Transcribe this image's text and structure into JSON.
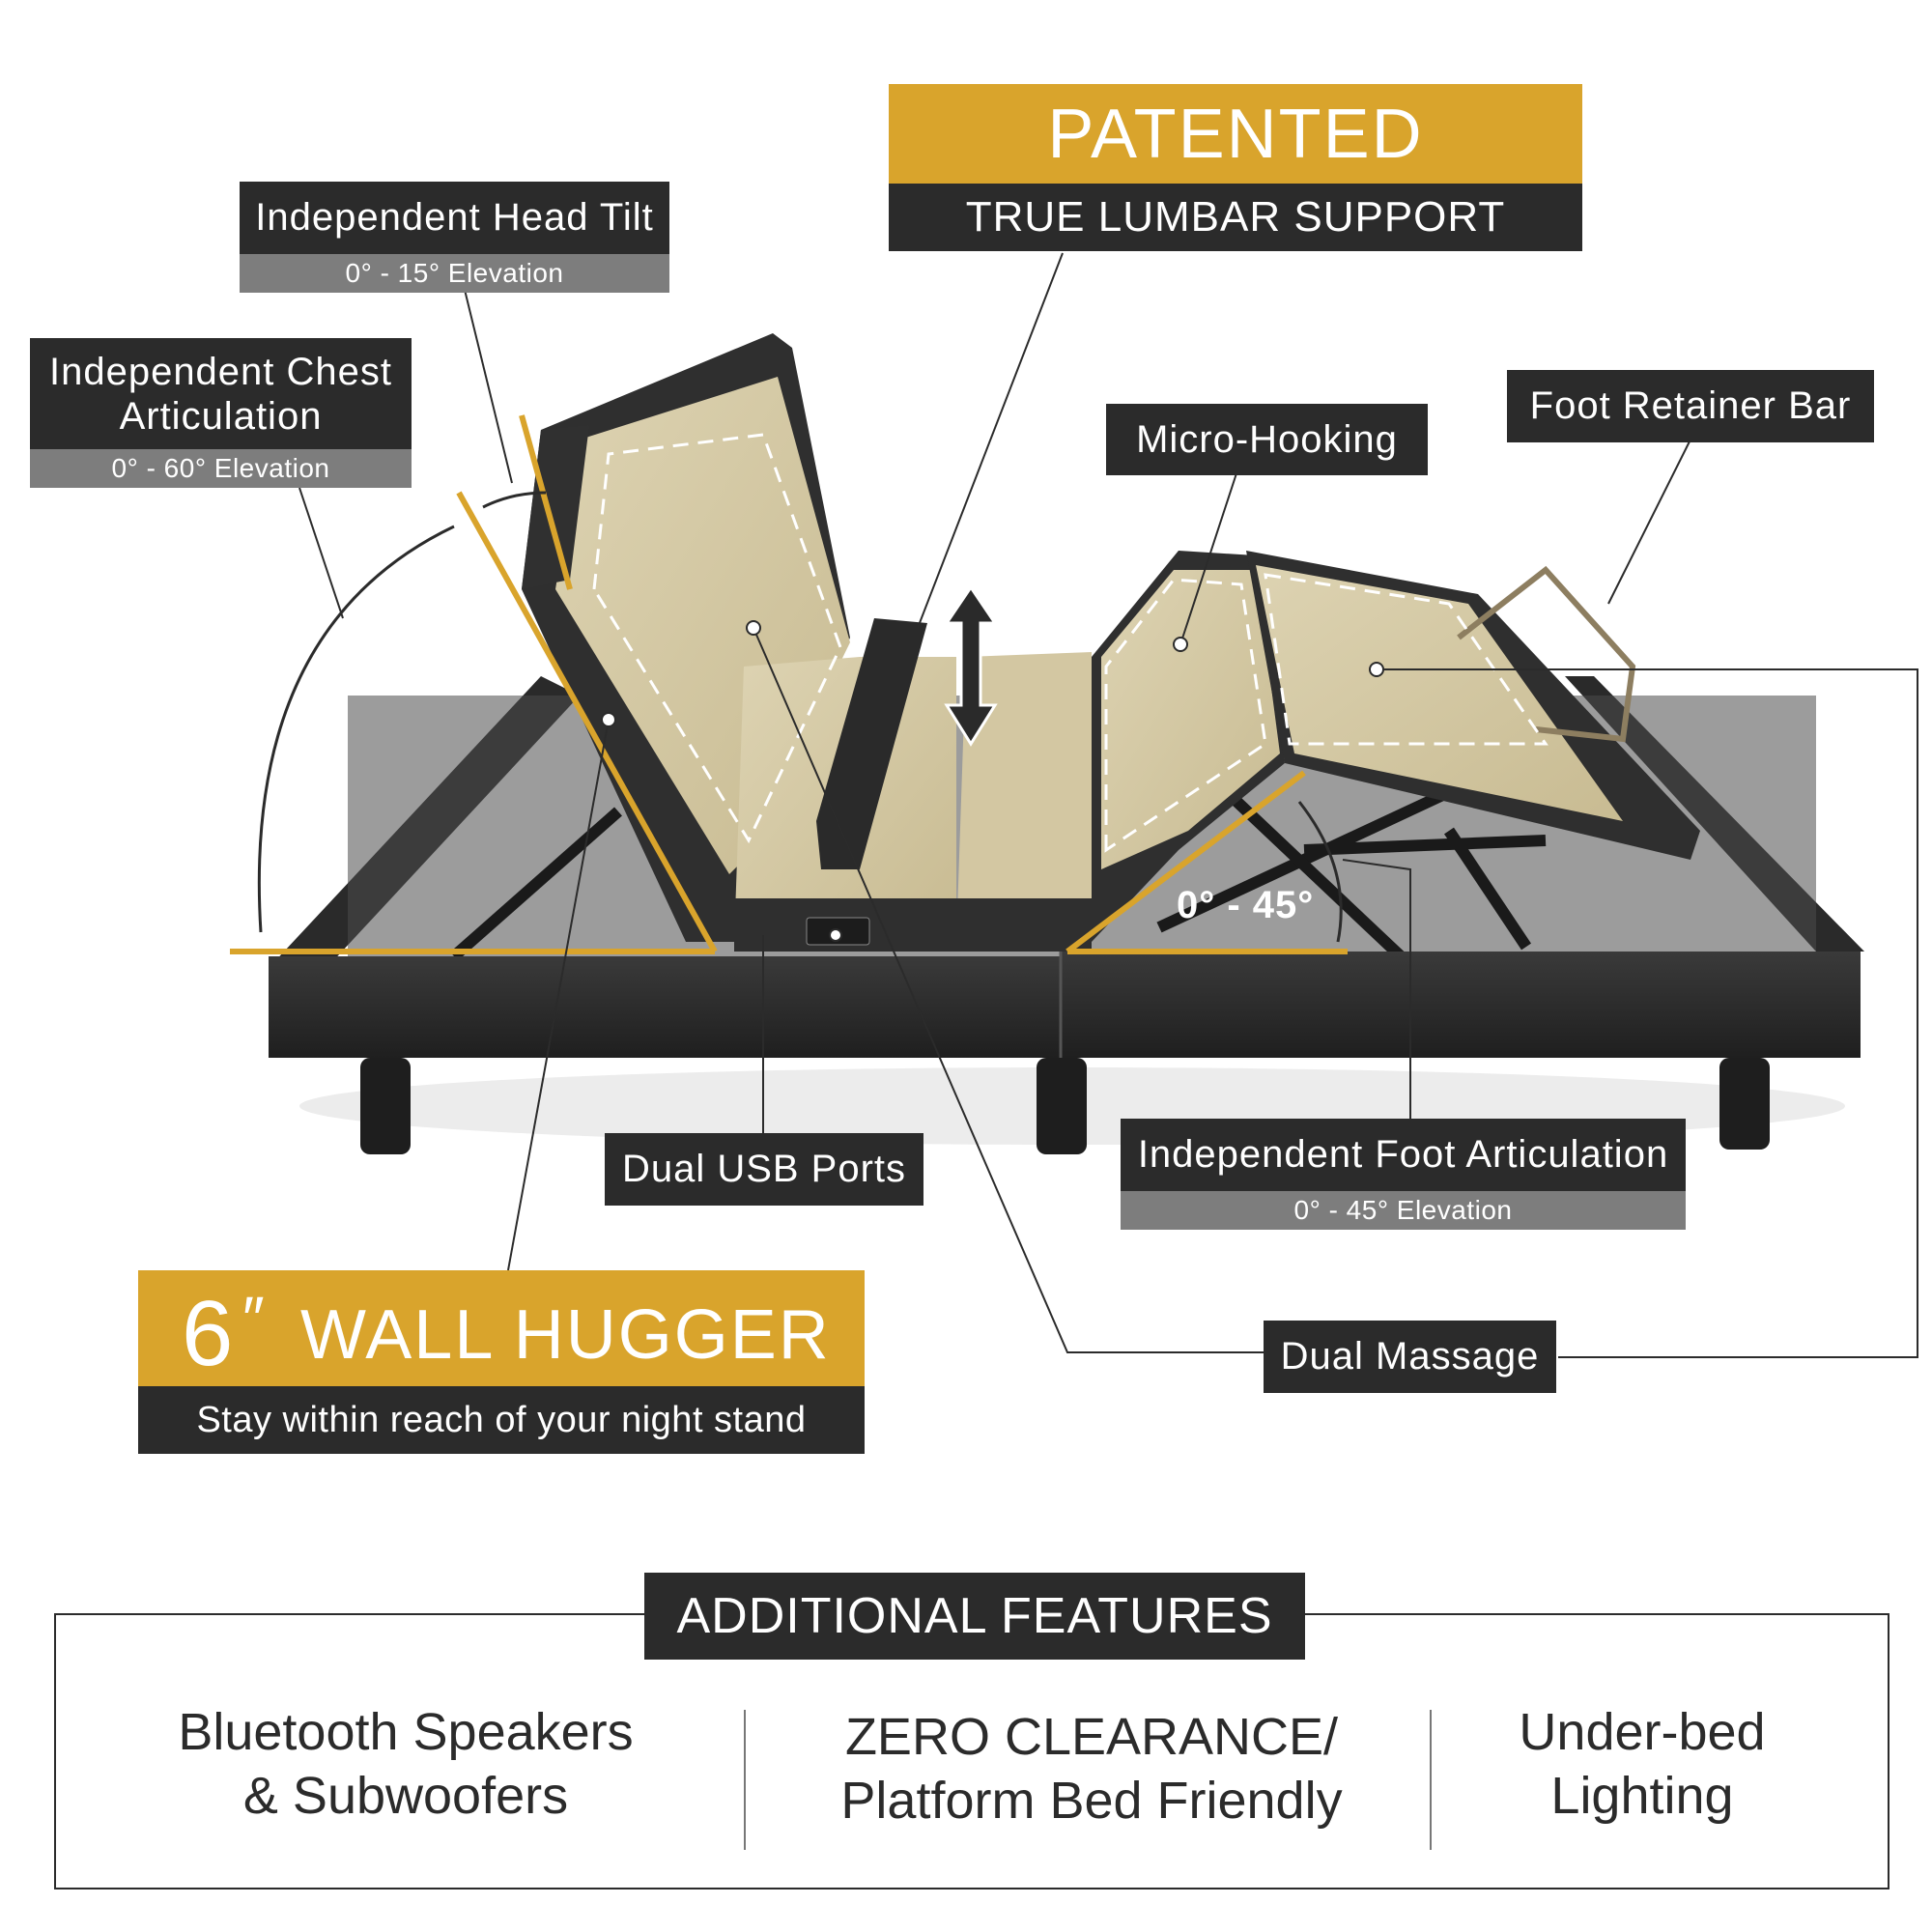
{
  "patented": {
    "title": "PATENTED",
    "subtitle": "TRUE LUMBAR SUPPORT"
  },
  "head_tilt": {
    "label": "Independent Head Tilt",
    "range": "0° - 15° Elevation"
  },
  "chest": {
    "label_line1": "Independent Chest",
    "label_line2": "Articulation",
    "range": "0° - 60° Elevation"
  },
  "micro_hooking": {
    "label": "Micro-Hooking"
  },
  "foot_retainer": {
    "label": "Foot Retainer Bar"
  },
  "foot_angle": {
    "label": "0° - 45°"
  },
  "usb": {
    "label": "Dual USB Ports"
  },
  "foot_articulation": {
    "label": "Independent Foot Articulation",
    "range": "0° - 45° Elevation"
  },
  "wall_hugger": {
    "number": "6",
    "unit": "″",
    "title": "WALL HUGGER",
    "subtitle": "Stay within reach of your night stand"
  },
  "massage": {
    "label": "Dual Massage"
  },
  "additional": {
    "title": "ADDITIONAL FEATURES",
    "items": [
      {
        "line1": "Bluetooth Speakers",
        "line2": "& Subwoofers"
      },
      {
        "line1": "ZERO CLEARANCE/",
        "line2": "Platform Bed Friendly"
      },
      {
        "line1": "Under-bed",
        "line2": "Lighting"
      }
    ]
  },
  "colors": {
    "accent_gold": "#d9a42c",
    "dark": "#2b2b2b",
    "grey": "#7d7d7d",
    "panel": "#d8cba6"
  }
}
